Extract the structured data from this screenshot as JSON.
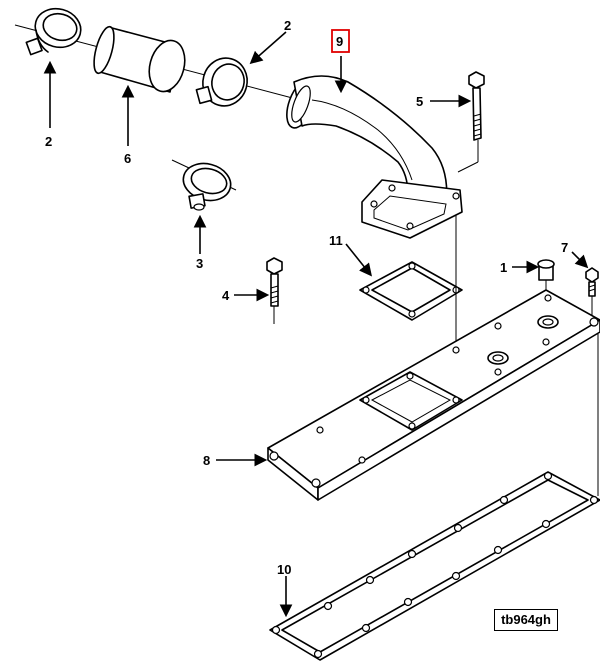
{
  "figure": {
    "reference_code": "tb964gh",
    "highlighted_callout": "9"
  },
  "callouts": {
    "c1": "1",
    "c2a": "2",
    "c2b": "2",
    "c3": "3",
    "c4": "4",
    "c5": "5",
    "c6": "6",
    "c7": "7",
    "c8": "8",
    "c9": "9",
    "c10": "10",
    "c11": "11"
  },
  "colors": {
    "line": "#000000",
    "highlight": "#e00000",
    "background": "#ffffff"
  }
}
